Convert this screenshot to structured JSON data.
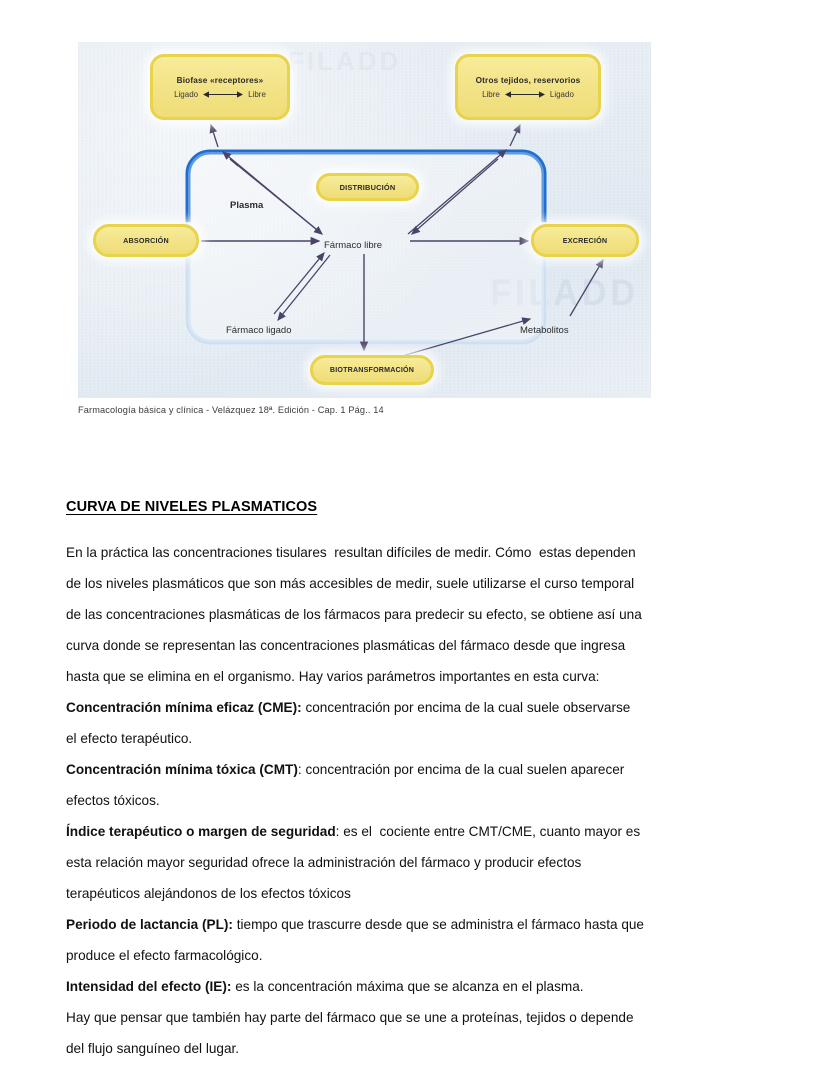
{
  "figure": {
    "caption": "Farmacología básica y clínica - Velázquez 18ª. Edición - Cap. 1 Pág.. 14",
    "watermark": "FILADD",
    "watermark_top": "FILADD",
    "nodes": {
      "biofase": {
        "title": "Biofase «receptores»",
        "left": "Ligado",
        "right": "Libre"
      },
      "otros_tejidos": {
        "title": "Otros tejidos, reservorios",
        "left": "Libre",
        "right": "Ligado"
      },
      "distribucion": {
        "title": "DISTRIBUCIÓN"
      },
      "absorcion": {
        "title": "ABSORCIÓN"
      },
      "excrecion": {
        "title": "EXCRECIÓN"
      },
      "biotransformacion": {
        "title": "BIOTRANSFORMACIÓN"
      }
    },
    "labels": {
      "plasma": "Plasma",
      "farmaco_libre": "Fármaco libre",
      "farmaco_ligado": "Fármaco ligado",
      "metabolitos": "Metabolitos"
    },
    "colors": {
      "pill_fill": "#f3e489",
      "pill_border": "#e8d34b",
      "plasma_border": "#1f6fd0",
      "arrow": "#4a4468",
      "background": "#e4ecf3"
    }
  },
  "document": {
    "heading": "CURVA DE NIVELES PLASMATICOS",
    "paragraphs": [
      {
        "id": "p1",
        "lines": [
          "En la práctica las concentraciones tisulares  resultan difíciles de medir. Cómo  estas dependen",
          "de los niveles plasmáticos que son más accesibles de medir, suele utilizarse el curso temporal",
          "de las concentraciones plasmáticas de los fármacos para predecir su efecto, se obtiene así una",
          "curva donde se representan las concentraciones plasmáticas del fármaco desde que ingresa",
          "hasta que se elimina en el organismo. Hay varios parámetros importantes en esta curva:"
        ]
      },
      {
        "id": "p2",
        "term": "Concentración mínima eficaz (CME):",
        "lines": [
          " concentración por encima de la cual suele observarse",
          "el efecto terapéutico."
        ]
      },
      {
        "id": "p3",
        "term": "Concentración mínima tóxica (CMT)",
        "lines": [
          ": concentración por encima de la cual suelen aparecer",
          "efectos tóxicos."
        ]
      },
      {
        "id": "p4",
        "term": "Índice terapéutico o margen de seguridad",
        "lines": [
          ": es el  cociente entre CMT/CME, cuanto mayor es",
          "esta relación mayor seguridad ofrece la administración del fármaco y producir efectos",
          "terapéuticos alejándonos de los efectos tóxicos"
        ]
      },
      {
        "id": "p5",
        "term": "Periodo de lactancia (PL):",
        "lines": [
          " tiempo que trascurre desde que se administra el fármaco hasta que",
          "produce el efecto farmacológico."
        ]
      },
      {
        "id": "p6",
        "term": "Intensidad del efecto (IE):",
        "lines": [
          " es la concentración máxima que se alcanza en el plasma."
        ]
      },
      {
        "id": "p7",
        "lines": [
          "Hay que pensar que también hay parte del fármaco que se une a proteínas, tejidos o depende",
          "del flujo sanguíneo del lugar."
        ]
      }
    ]
  }
}
